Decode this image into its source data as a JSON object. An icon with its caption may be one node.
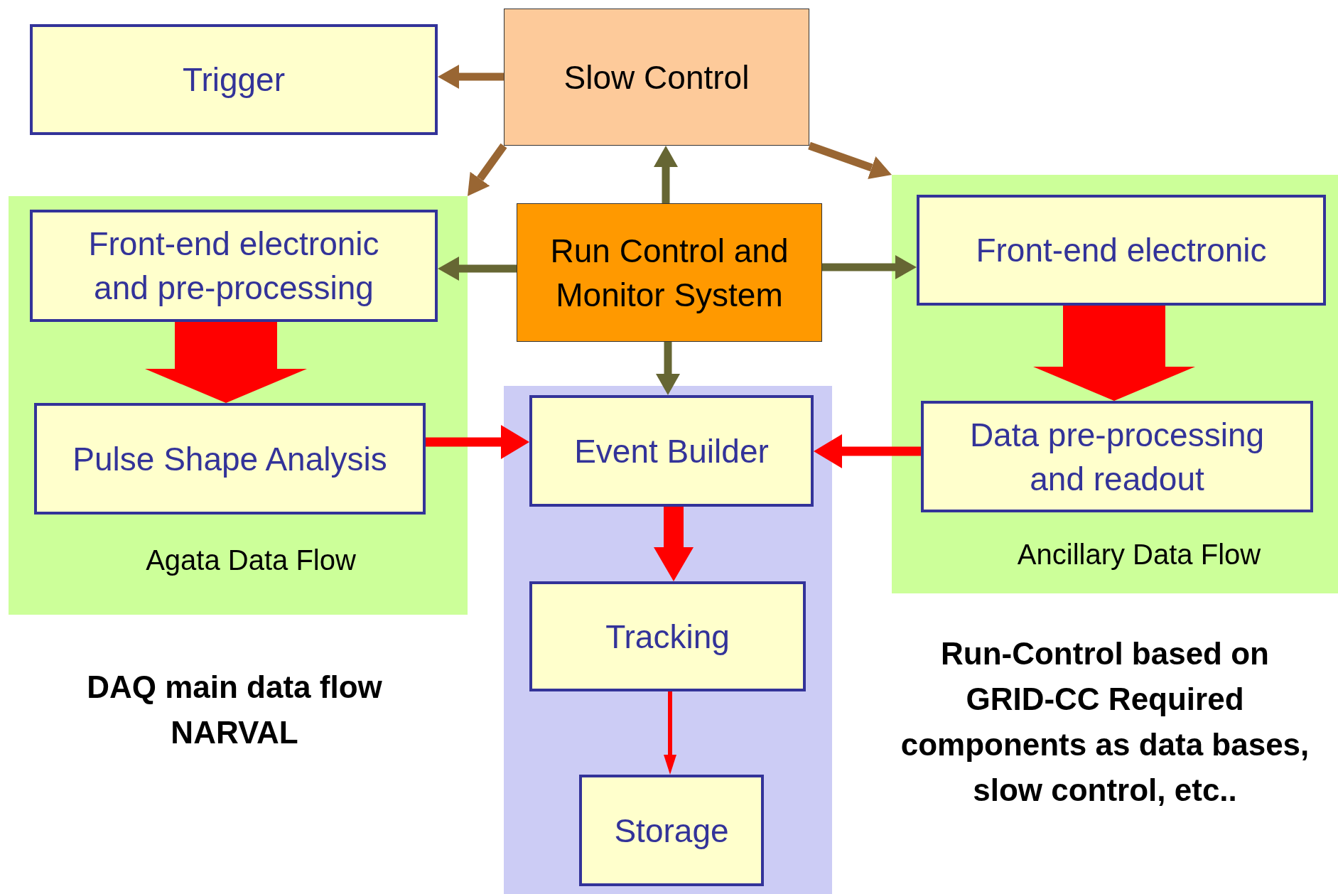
{
  "diagram": {
    "nodes": [
      {
        "text": [
          "Slow Control"
        ]
      },
      {
        "text": [
          "Trigger"
        ]
      },
      {
        "text": [
          "Agata Data Flow"
        ]
      },
      {
        "text": [
          "Front-end electronic and pre-processing"
        ],
        "in": 2
      },
      {
        "text": [
          "Pulse Shape Analysis"
        ],
        "in": 2
      },
      {
        "text": [
          "Run Control and Monitor System"
        ]
      },
      {
        "text": [],
        "shape": "box"
      },
      {
        "text": [
          "Event Builder"
        ],
        "in": 6
      },
      {
        "text": [
          "Tracking"
        ],
        "in": 6
      },
      {
        "text": [
          "Storage"
        ],
        "in": 6
      },
      {
        "text": [
          "Ancillary Data Flow"
        ]
      },
      {
        "text": [
          "Front-end electronic"
        ],
        "in": 10
      },
      {
        "text": [
          "Data pre-processing and readout"
        ],
        "in": 10
      }
    ],
    "edges": [
      {
        "from": 0,
        "to": 1,
        "arrow": "to",
        "color": "#996633"
      },
      {
        "from": 0,
        "to": 2,
        "arrow": "to",
        "color": "#996633"
      },
      {
        "from": 0,
        "to": 10,
        "arrow": "to",
        "color": "#996633"
      },
      {
        "from": 5,
        "to": 0,
        "arrow": "to",
        "color": "#666633"
      },
      {
        "from": 5,
        "to": 3,
        "arrow": "to",
        "color": "#666633"
      },
      {
        "from": 5,
        "to": 11,
        "arrow": "to",
        "color": "#666633"
      },
      {
        "from": 5,
        "to": 7,
        "arrow": "to",
        "color": "#666633"
      },
      {
        "from": 3,
        "to": 4,
        "arrow": "to",
        "style": "thick"
      },
      {
        "from": 11,
        "to": 12,
        "arrow": "to",
        "style": "thick"
      },
      {
        "from": 4,
        "to": 7,
        "arrow": "to"
      },
      {
        "from": 12,
        "to": 7,
        "arrow": "to"
      },
      {
        "from": 7,
        "to": 8,
        "arrow": "to",
        "style": "thick"
      },
      {
        "from": 8,
        "to": 9,
        "arrow": "to"
      }
    ],
    "labels": [
      "DAQ main data flow NARVAL",
      "Run-Control based on GRID-CC Required components as data bases, slow control, etc.."
    ]
  }
}
